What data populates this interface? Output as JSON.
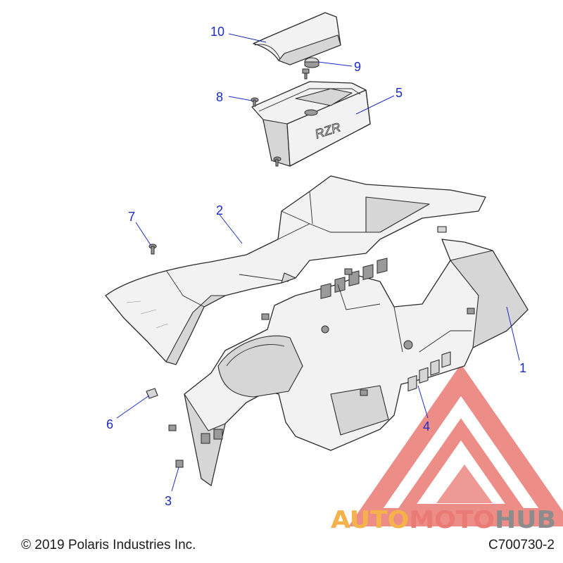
{
  "callouts": [
    {
      "number": "1"
    },
    {
      "number": "2"
    },
    {
      "number": "3"
    },
    {
      "number": "4"
    },
    {
      "number": "5"
    },
    {
      "number": "6"
    },
    {
      "number": "7"
    },
    {
      "number": "8"
    },
    {
      "number": "9"
    },
    {
      "number": "10"
    }
  ],
  "badge_text": "RZR",
  "footer": {
    "copyright": "© 2019 Polaris Industries Inc.",
    "drawing_id": "C700730-2"
  },
  "watermark": {
    "word_auto": "AUTO",
    "word_moto": "MOTO",
    "word_hub": "HUB"
  },
  "colors": {
    "callout": "#1a2bc8",
    "line_art": "#2a2a2a",
    "watermark_orange": "#f6b24a",
    "watermark_red": "#ea7a74",
    "watermark_gray": "#8c8c8c"
  }
}
